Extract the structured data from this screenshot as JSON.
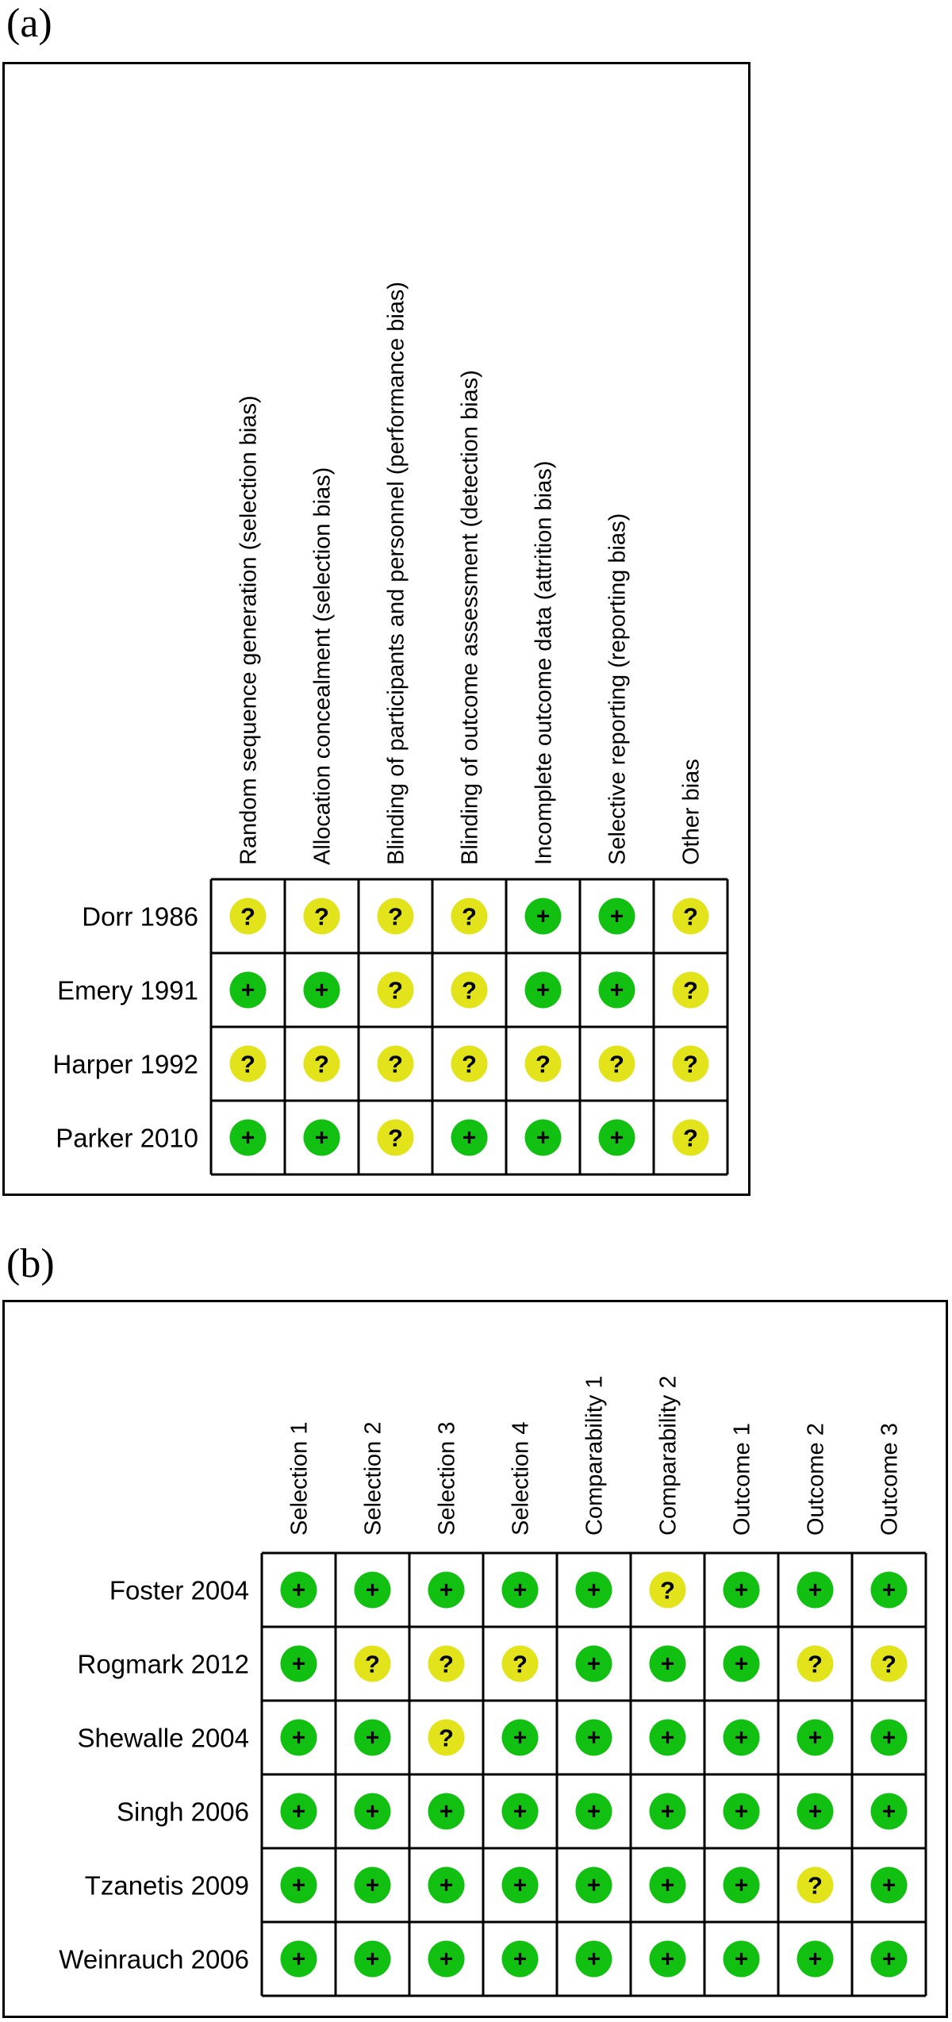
{
  "panels": {
    "a": {
      "label": "(a)"
    },
    "b": {
      "label": "(b)"
    }
  },
  "chart_data": [
    {
      "type": "table",
      "panel": "(a)",
      "columns": [
        "Random sequence generation (selection bias)",
        "Allocation concealment (selection bias)",
        "Blinding of participants and personnel (performance bias)",
        "Blinding of outcome assessment (detection bias)",
        "Incomplete outcome data (attrition bias)",
        "Selective reporting (reporting bias)",
        "Other bias"
      ],
      "rows": [
        "Dorr 1986",
        "Emery 1991",
        "Harper 1992",
        "Parker 2010"
      ],
      "values": [
        [
          "?",
          "?",
          "?",
          "?",
          "+",
          "+",
          "?"
        ],
        [
          "+",
          "+",
          "?",
          "?",
          "+",
          "+",
          "?"
        ],
        [
          "?",
          "?",
          "?",
          "?",
          "?",
          "?",
          "?"
        ],
        [
          "+",
          "+",
          "?",
          "+",
          "+",
          "+",
          "?"
        ]
      ],
      "colors": {
        "+": "#11c011",
        "?": "#e3e31c"
      }
    },
    {
      "type": "table",
      "panel": "(b)",
      "columns": [
        "Selection 1",
        "Selection 2",
        "Selection 3",
        "Selection 4",
        "Comparability 1",
        "Comparability 2",
        "Outcome 1",
        "Outcome 2",
        "Outcome 3"
      ],
      "rows": [
        "Foster 2004",
        "Rogmark 2012",
        "Shewalle 2004",
        "Singh 2006",
        "Tzanetis 2009",
        "Weinrauch 2006"
      ],
      "values": [
        [
          "+",
          "+",
          "+",
          "+",
          "+",
          "?",
          "+",
          "+",
          "+"
        ],
        [
          "+",
          "?",
          "?",
          "?",
          "+",
          "+",
          "+",
          "?",
          "?"
        ],
        [
          "+",
          "+",
          "?",
          "+",
          "+",
          "+",
          "+",
          "+",
          "+"
        ],
        [
          "+",
          "+",
          "+",
          "+",
          "+",
          "+",
          "+",
          "+",
          "+"
        ],
        [
          "+",
          "+",
          "+",
          "+",
          "+",
          "+",
          "+",
          "?",
          "+"
        ],
        [
          "+",
          "+",
          "+",
          "+",
          "+",
          "+",
          "+",
          "+",
          "+"
        ]
      ],
      "colors": {
        "+": "#11c011",
        "?": "#e3e31c"
      }
    }
  ]
}
